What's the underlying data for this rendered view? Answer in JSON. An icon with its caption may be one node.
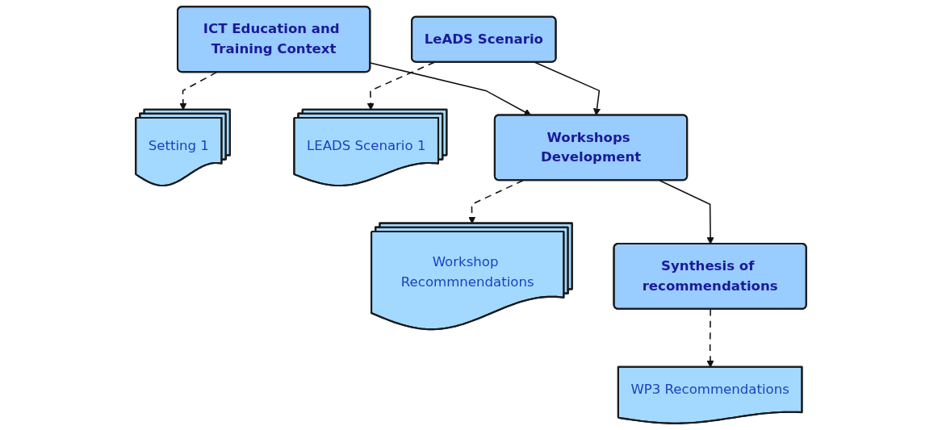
{
  "diagram": {
    "nodes": [
      {
        "text": [
          "Setting 1"
        ]
      },
      {
        "text": [
          "ICT Education and Training Context"
        ]
      },
      {
        "text": [
          "LeADS Scenario"
        ]
      },
      {
        "text": [
          "LEADS Scenario 1"
        ]
      },
      {
        "text": [
          "Workshops Development"
        ]
      },
      {
        "text": [
          "Workshop Recommnendations"
        ]
      },
      {
        "text": [
          "Synthesis of recommendations"
        ]
      },
      {
        "text": [
          "WP3 Recommendations"
        ]
      }
    ],
    "edges": [
      {
        "from": 1,
        "to": 0,
        "arrow": "to",
        "style": "dashed"
      },
      {
        "from": 2,
        "to": 3,
        "arrow": "to",
        "style": "dashed"
      },
      {
        "from": 1,
        "to": 4,
        "arrow": "to"
      },
      {
        "from": 2,
        "to": 4,
        "arrow": "to"
      },
      {
        "from": 4,
        "to": 5,
        "arrow": "to",
        "style": "dashed"
      },
      {
        "from": 4,
        "to": 6,
        "arrow": "to"
      },
      {
        "from": 6,
        "to": 7,
        "arrow": "to",
        "style": "dashed"
      }
    ]
  }
}
